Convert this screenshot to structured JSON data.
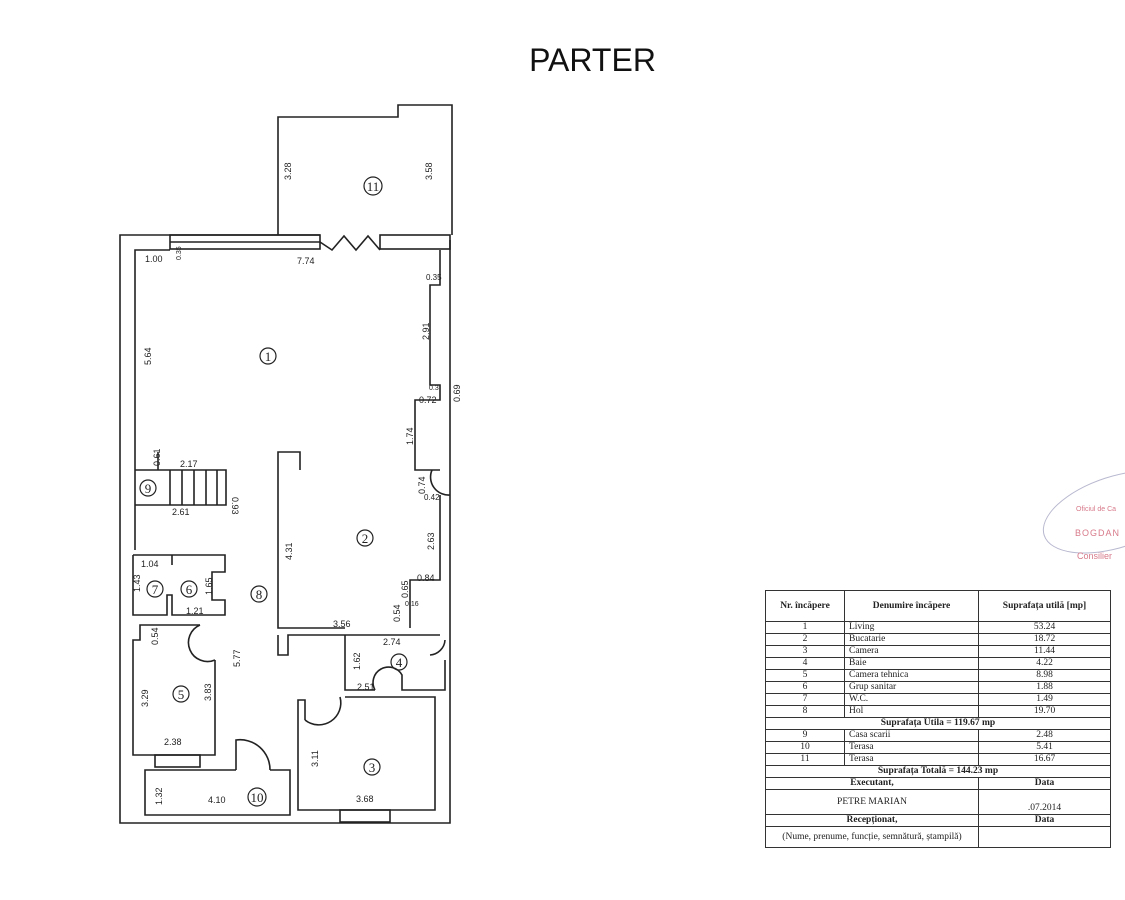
{
  "title": "PARTER",
  "rooms_labels": [
    "1",
    "2",
    "3",
    "4",
    "5",
    "6",
    "7",
    "8",
    "9",
    "10",
    "11"
  ],
  "dims": [
    "3.28",
    "3.58",
    "1.00",
    "0.35",
    "7.74",
    "0.35",
    "5.64",
    "2.91",
    "0.3",
    "0.69",
    "0.72",
    "1.74",
    "0.61",
    "2.17",
    "0.93",
    "2.61",
    "0.74",
    "0.42",
    "4.31",
    "2.63",
    "1.04",
    "1.43",
    "1.65",
    "1.21",
    "0.65",
    "0.84",
    "0.16",
    "0.54",
    "3.56",
    "0.54",
    "5.77",
    "2.74",
    "1.62",
    "2.51",
    "3.29",
    "3.83",
    "2.38",
    "3.11",
    "1.32",
    "4.10",
    "3.68"
  ],
  "legend": {
    "headers": [
      "Nr. încăpere",
      "Denumire încăpere",
      "Suprafața utilă [mp]"
    ],
    "rows": [
      {
        "nr": "1",
        "name": "Living",
        "area": "53.24"
      },
      {
        "nr": "2",
        "name": "Bucatarie",
        "area": "18.72"
      },
      {
        "nr": "3",
        "name": "Camera",
        "area": "11.44"
      },
      {
        "nr": "4",
        "name": "Baie",
        "area": "4.22"
      },
      {
        "nr": "5",
        "name": "Camera tehnica",
        "area": "8.98"
      },
      {
        "nr": "6",
        "name": "Grup sanitar",
        "area": "1.88"
      },
      {
        "nr": "7",
        "name": "W.C.",
        "area": "1.49"
      },
      {
        "nr": "8",
        "name": "Hol",
        "area": "19.70"
      }
    ],
    "subtotal": "Suprafața Utila = 119.67  mp",
    "rows2": [
      {
        "nr": "9",
        "name": "Casa scarii",
        "area": "2.48"
      },
      {
        "nr": "10",
        "name": "Terasa",
        "area": "5.41"
      },
      {
        "nr": "11",
        "name": "Terasa",
        "area": "16.67"
      }
    ],
    "total": "Suprafața Totală = 144.23  mp",
    "executant_label": "Executant,",
    "data_label": "Data",
    "executant_name": "PETRE MARIAN",
    "executant_date": ".07.2014",
    "receptionat_label": "Recepționat,",
    "data_label2": "Data",
    "receptionat_note": "(Nume, prenume, funcție, semnătură, ștampilă)"
  },
  "stamp": {
    "line1": "Oficiul de Ca",
    "line2": "BOGDAN",
    "line3": "Consilier"
  }
}
